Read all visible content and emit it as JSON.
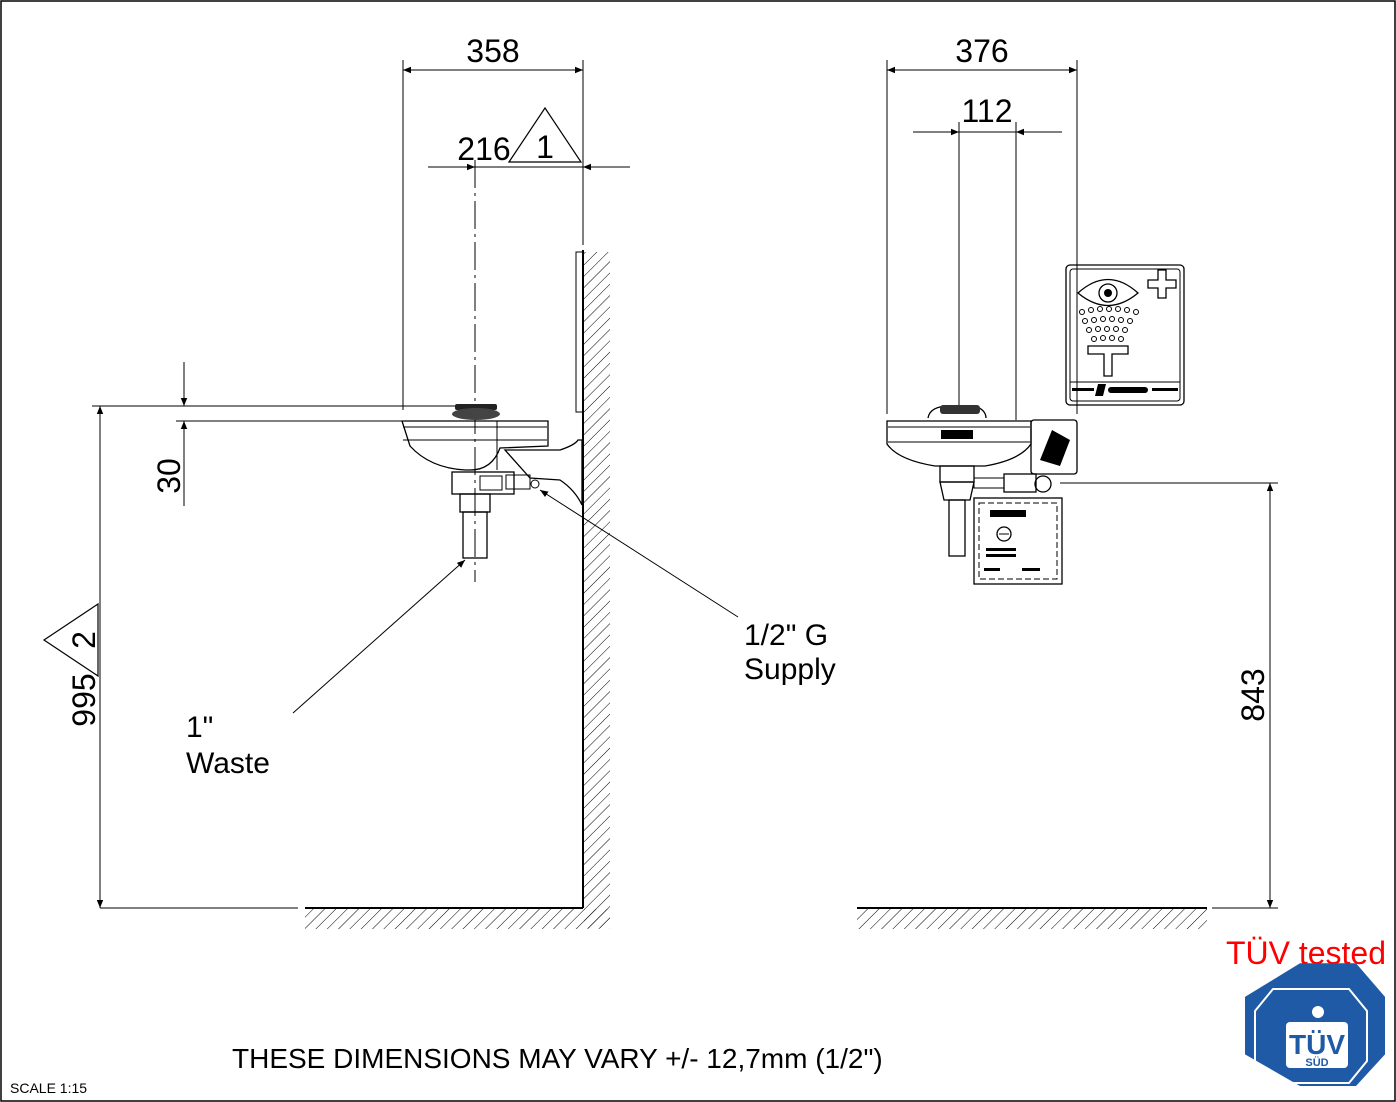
{
  "dimensions": {
    "d358": "358",
    "d216": "216",
    "note1": "1",
    "d30": "30",
    "d995": "995",
    "note2": "2",
    "d376": "376",
    "d112": "112",
    "d843": "843"
  },
  "labels": {
    "waste_line1": "1\"",
    "waste_line2": "Waste",
    "supply_line1": "1/2\" G",
    "supply_line2": "Supply"
  },
  "footer": {
    "tolerance_note": "THESE DIMENSIONS MAY VARY +/- 12,7mm (1/2\")",
    "scale": "SCALE 1:15"
  },
  "certification": {
    "tested_text": "TÜV tested",
    "tested_color": "#ff0000",
    "badge_main": "TÜV",
    "badge_sub": "SÜD",
    "badge_color": "#1f5aa6"
  }
}
